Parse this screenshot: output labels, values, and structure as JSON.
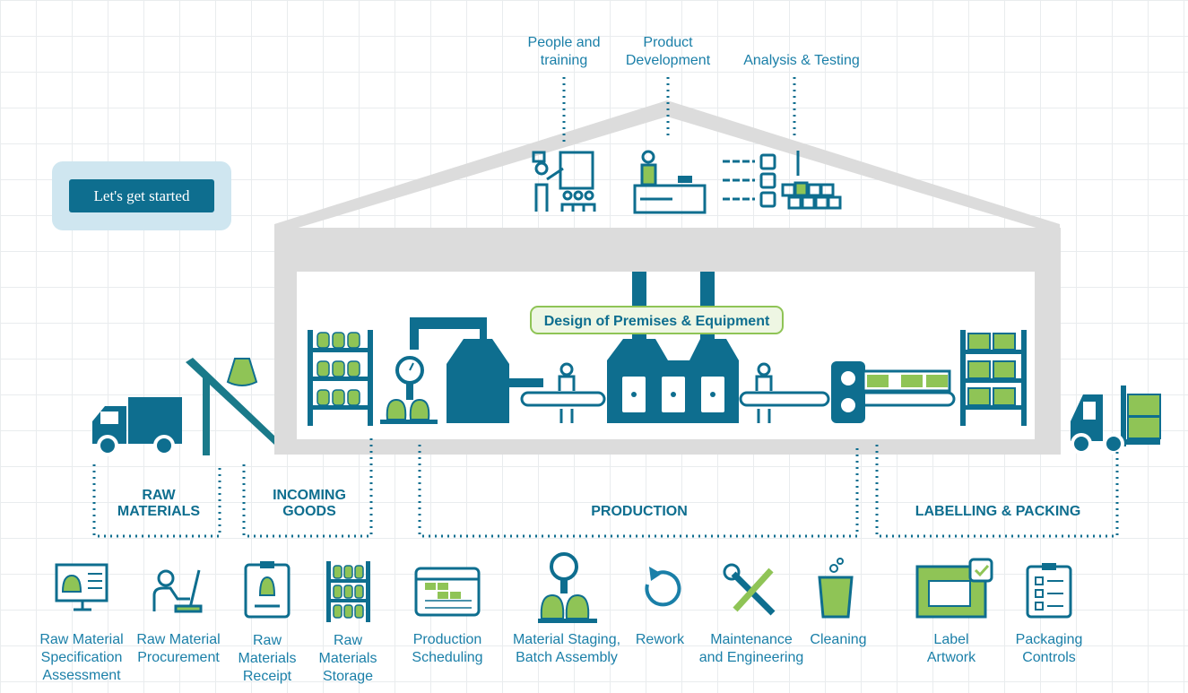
{
  "top_labels": {
    "people": [
      "People and",
      "training"
    ],
    "product": [
      "Product",
      "Development"
    ],
    "analysis": "Analysis & Testing"
  },
  "cta": {
    "label": "Let's get started"
  },
  "design_label": "Design of Premises & Equipment",
  "stages": {
    "raw": [
      "RAW",
      "MATERIALS"
    ],
    "incoming": [
      "INCOMING",
      "GOODS"
    ],
    "production": "PRODUCTION",
    "labelling": "LABELLING & PACKING"
  },
  "items": [
    [
      "Raw Material",
      "Specification",
      "Assessment"
    ],
    [
      "Raw Material",
      "Procurement"
    ],
    [
      "Raw",
      "Materials",
      "Receipt"
    ],
    [
      "Raw",
      "Materials",
      "Storage"
    ],
    [
      "Production",
      "Scheduling"
    ],
    [
      "Material Staging,",
      "Batch Assembly"
    ],
    [
      "Rework"
    ],
    [
      "Maintenance",
      "and Engineering"
    ],
    [
      "Cleaning"
    ],
    [
      "Label",
      "Artwork"
    ],
    [
      "Packaging",
      "Controls"
    ]
  ],
  "colors": {
    "teal": "#0e6e8f",
    "green": "#8fc456",
    "grey": "#dcdcdc",
    "label_blue": "#1a7fa8"
  }
}
